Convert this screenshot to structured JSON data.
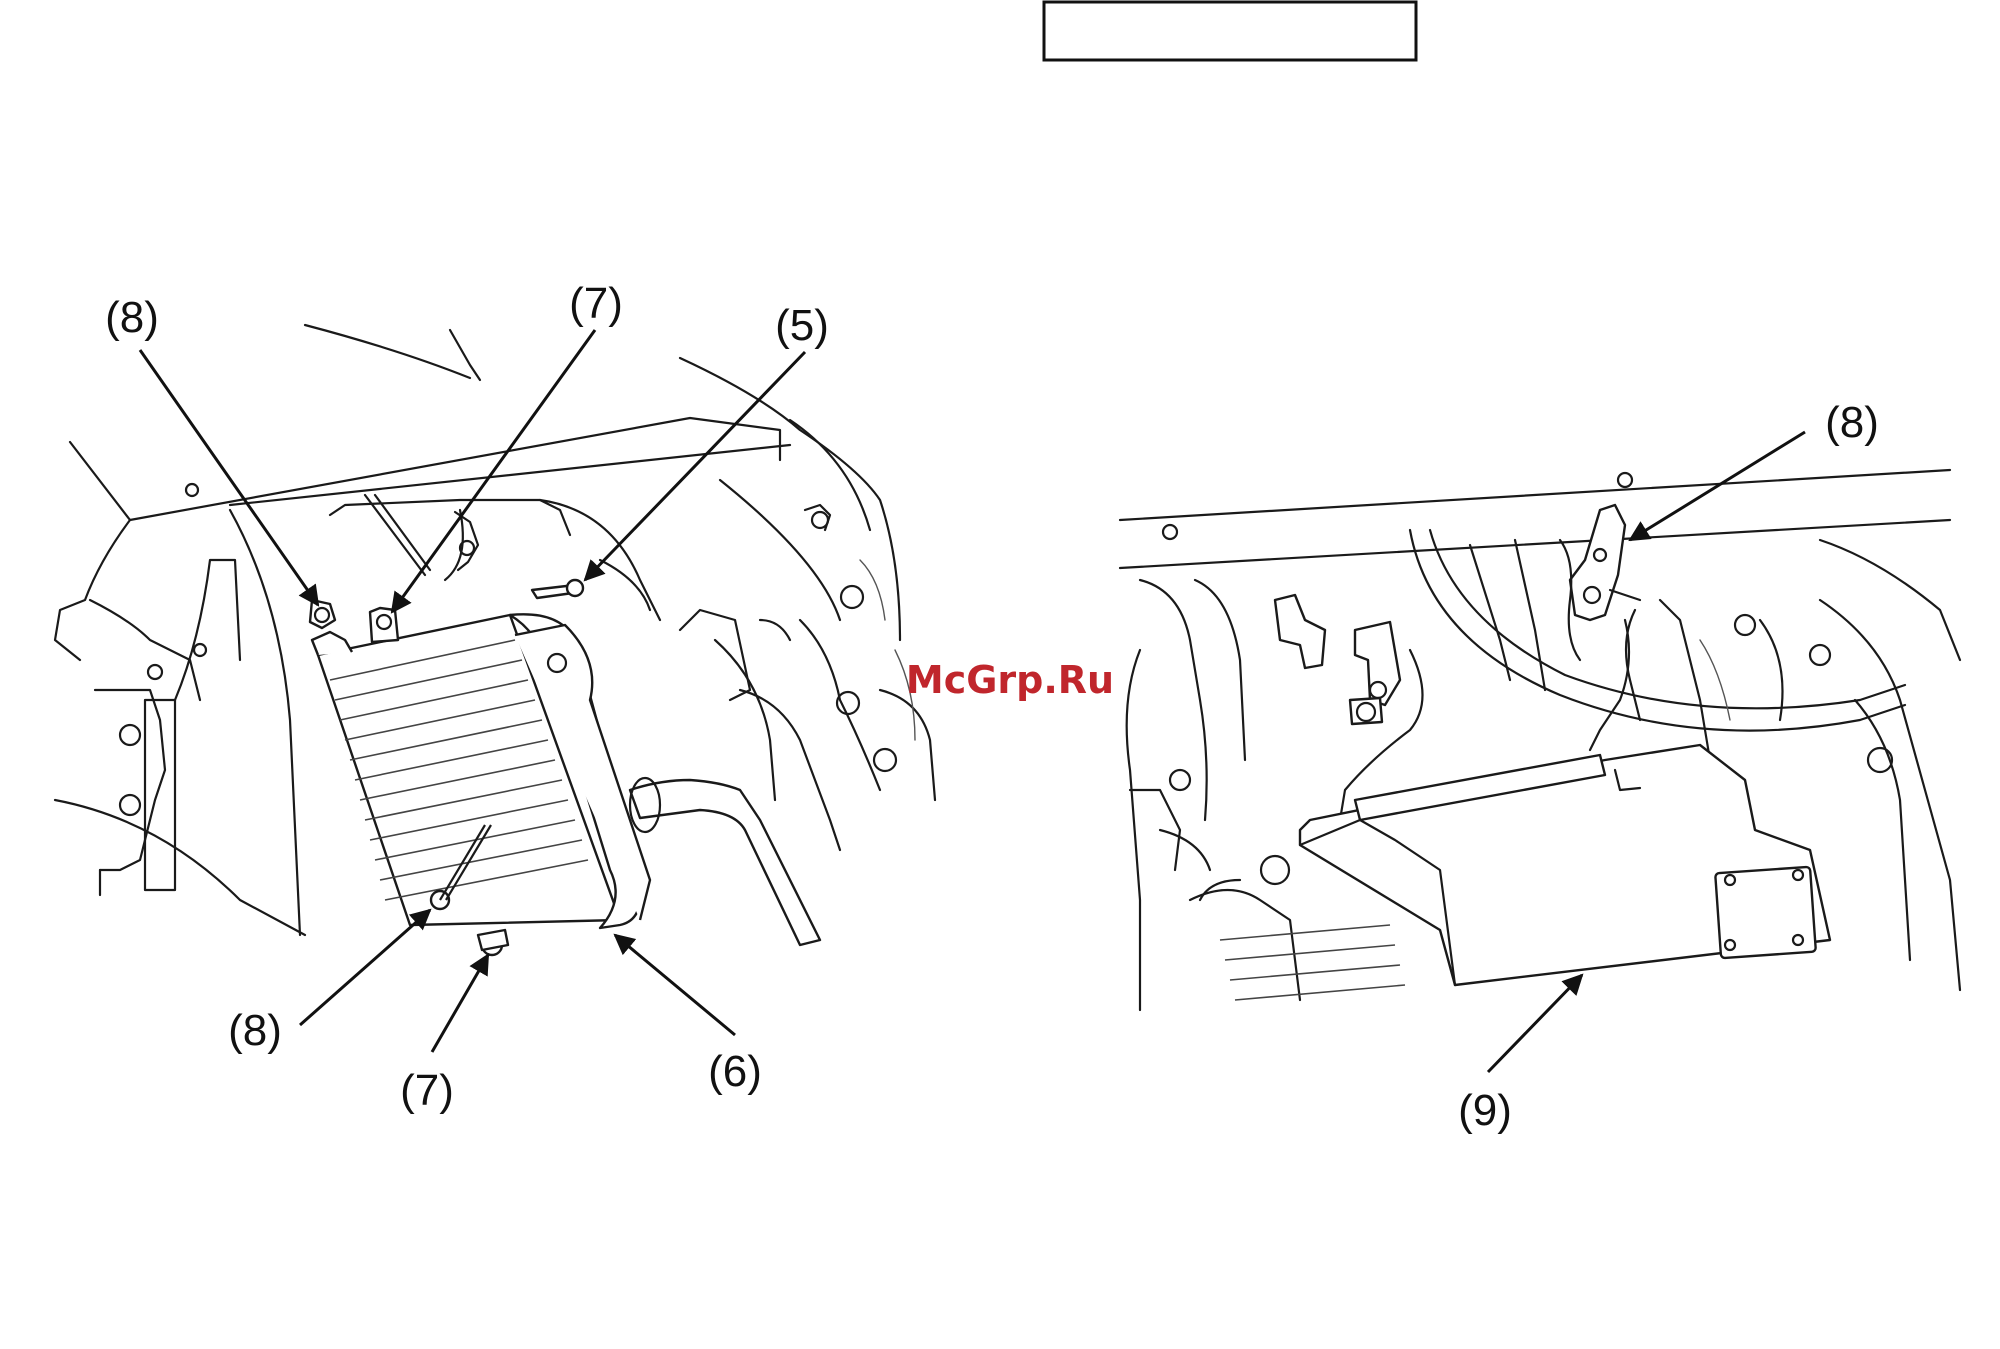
{
  "header": {
    "label_box_text": ""
  },
  "watermark": {
    "text": "McGrp.Ru",
    "color": "#c0262c"
  },
  "left_view": {
    "callouts": [
      {
        "id": "c8a",
        "label": "(8)"
      },
      {
        "id": "c7a",
        "label": "(7)"
      },
      {
        "id": "c5",
        "label": "(5)"
      },
      {
        "id": "c8b",
        "label": "(8)"
      },
      {
        "id": "c7b",
        "label": "(7)"
      },
      {
        "id": "c6",
        "label": "(6)"
      }
    ]
  },
  "right_view": {
    "callouts": [
      {
        "id": "c8c",
        "label": "(8)"
      },
      {
        "id": "c9",
        "label": "(9)"
      }
    ]
  }
}
